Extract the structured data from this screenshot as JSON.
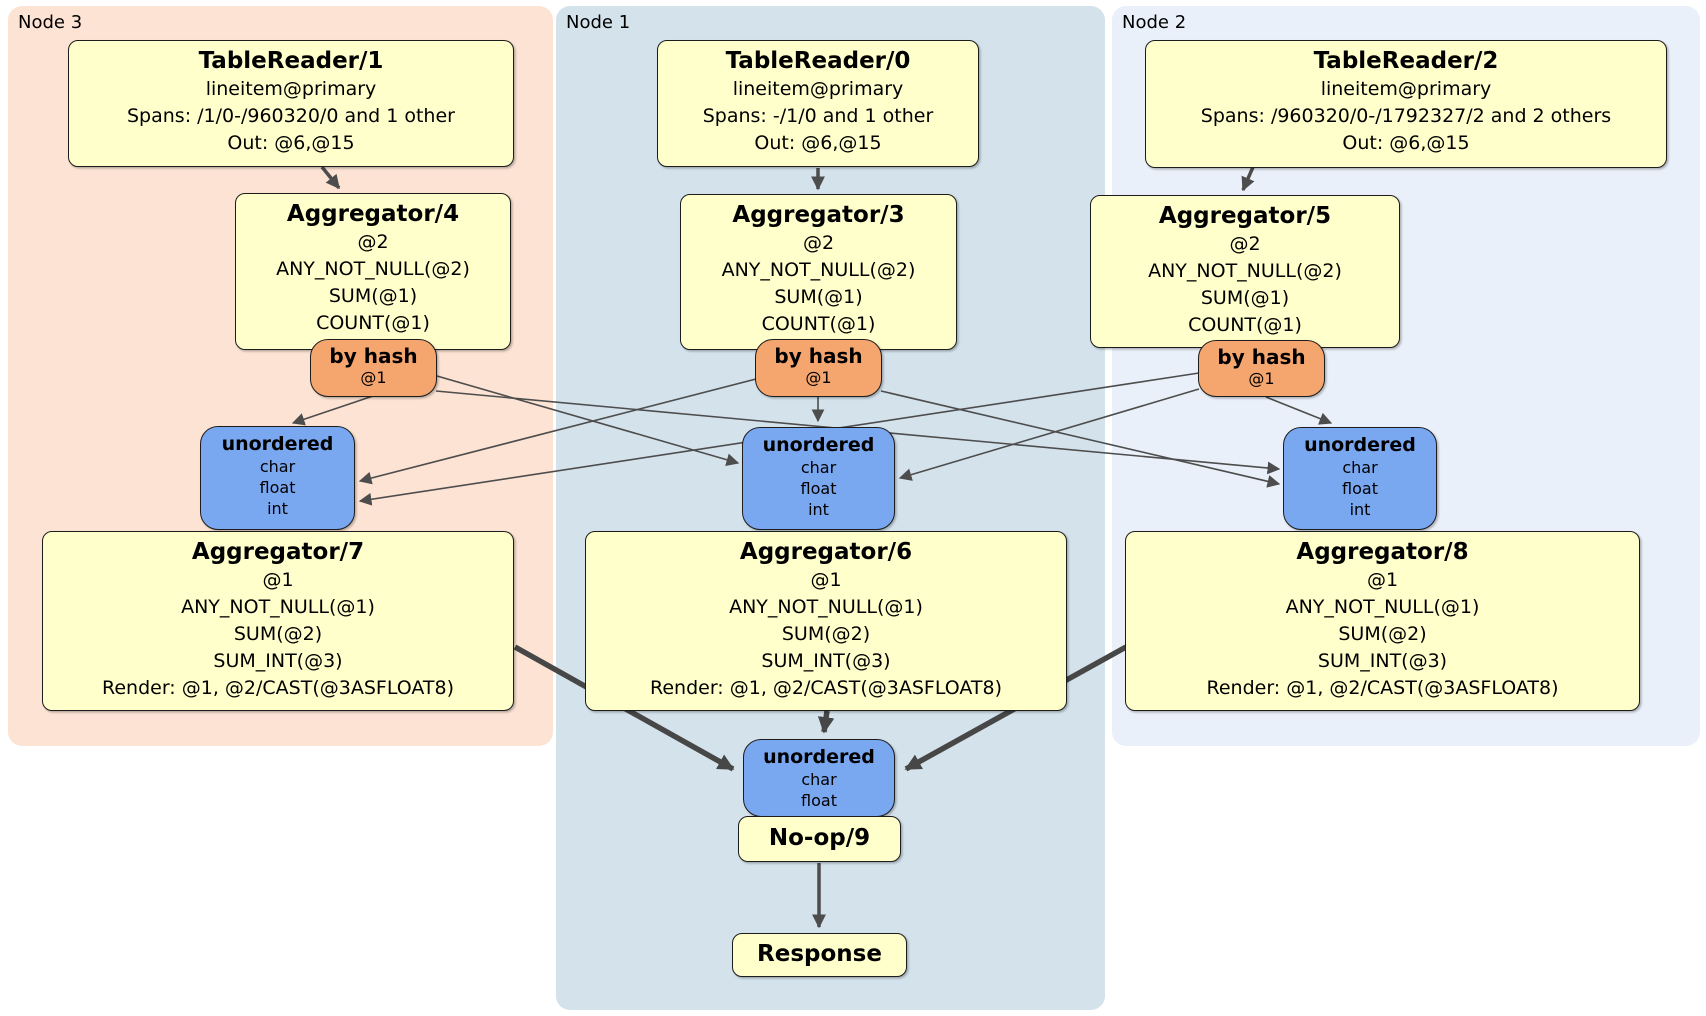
{
  "diagram": {
    "nodes": [
      {
        "label": "Node 3",
        "tr": {
          "title": "TableReader/1",
          "index": "lineitem@primary",
          "spans": "Spans: /1/0-/960320/0 and 1 other",
          "out": "Out: @6,@15"
        },
        "agg1": {
          "title": "Aggregator/4",
          "group": "@2",
          "fns": [
            "ANY_NOT_NULL(@2)",
            "SUM(@1)",
            "COUNT(@1)"
          ]
        },
        "router": {
          "title": "by hash",
          "key": "@1"
        },
        "sync": {
          "title": "unordered",
          "streams": [
            "char",
            "float",
            "int"
          ]
        },
        "agg2": {
          "title": "Aggregator/7",
          "group": "@1",
          "fns": [
            "ANY_NOT_NULL(@1)",
            "SUM(@2)",
            "SUM_INT(@3)"
          ],
          "render": "Render: @1, @2/CAST(@3ASFLOAT8)"
        }
      },
      {
        "label": "Node 1",
        "tr": {
          "title": "TableReader/0",
          "index": "lineitem@primary",
          "spans": "Spans: -/1/0 and 1 other",
          "out": "Out: @6,@15"
        },
        "agg1": {
          "title": "Aggregator/3",
          "group": "@2",
          "fns": [
            "ANY_NOT_NULL(@2)",
            "SUM(@1)",
            "COUNT(@1)"
          ]
        },
        "router": {
          "title": "by hash",
          "key": "@1"
        },
        "sync": {
          "title": "unordered",
          "streams": [
            "char",
            "float",
            "int"
          ]
        },
        "agg2": {
          "title": "Aggregator/6",
          "group": "@1",
          "fns": [
            "ANY_NOT_NULL(@1)",
            "SUM(@2)",
            "SUM_INT(@3)"
          ],
          "render": "Render: @1, @2/CAST(@3ASFLOAT8)"
        }
      },
      {
        "label": "Node 2",
        "tr": {
          "title": "TableReader/2",
          "index": "lineitem@primary",
          "spans": "Spans: /960320/0-/1792327/2 and 2 others",
          "out": "Out: @6,@15"
        },
        "agg1": {
          "title": "Aggregator/5",
          "group": "@2",
          "fns": [
            "ANY_NOT_NULL(@2)",
            "SUM(@1)",
            "COUNT(@1)"
          ]
        },
        "router": {
          "title": "by hash",
          "key": "@1"
        },
        "sync": {
          "title": "unordered",
          "streams": [
            "char",
            "float",
            "int"
          ]
        },
        "agg2": {
          "title": "Aggregator/8",
          "group": "@1",
          "fns": [
            "ANY_NOT_NULL(@1)",
            "SUM(@2)",
            "SUM_INT(@3)"
          ],
          "render": "Render: @1, @2/CAST(@3ASFLOAT8)"
        }
      }
    ],
    "final": {
      "sync": {
        "title": "unordered",
        "streams": [
          "char",
          "float"
        ]
      },
      "noop": "No-op/9",
      "response": "Response"
    },
    "colors": {
      "node3_bg": "#fce3d4",
      "node1_bg": "#d4e2ec",
      "node2_bg": "#eaf0f9",
      "box_fill": "#ffffcc",
      "router_fill": "#f5a56e",
      "sync_fill": "#79a7f0",
      "edge": "#4d4d4d",
      "border": "#1c1c1c"
    }
  }
}
